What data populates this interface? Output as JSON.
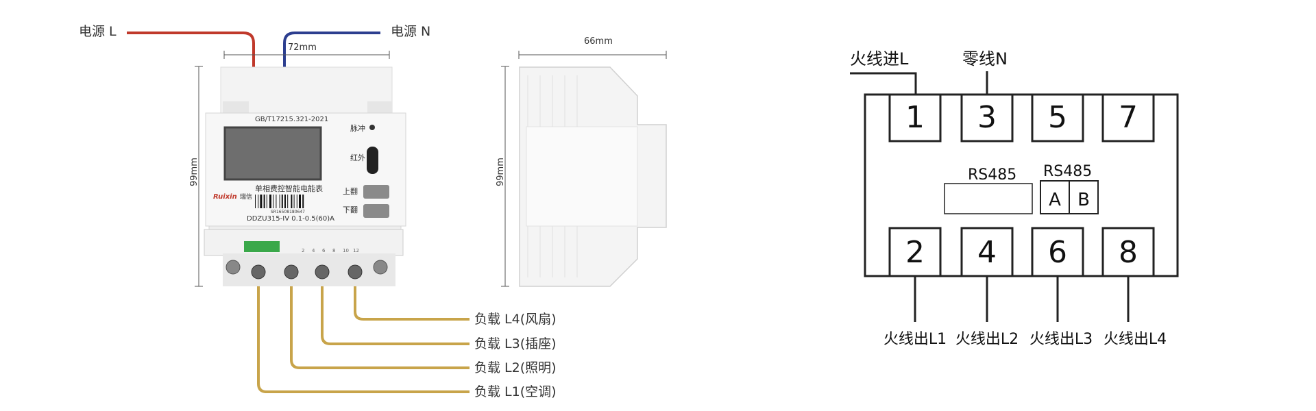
{
  "left_diagram": {
    "power_l_label": "电源 L",
    "power_n_label": "电源 N",
    "width_dim": "72mm",
    "height_dim": "99mm",
    "meter": {
      "standard": "GB/T17215.321-2021",
      "pulse_label": "脉冲",
      "ir_label": "红外",
      "up_label": "上翻",
      "down_label": "下翻",
      "brand_logo": "Ruixin",
      "brand_cn": "瑞信",
      "product_name": "单相费控智能电能表",
      "serial": "SR16508180647",
      "model": "DDZU315-IV  0.1-0.5(60)A",
      "terminal_numbers": [
        "2",
        "4",
        "6",
        "8",
        "10",
        "12"
      ]
    },
    "loads": [
      {
        "label": "负载 L4(风扇)"
      },
      {
        "label": "负载 L3(插座)"
      },
      {
        "label": "负载 L2(照明)"
      },
      {
        "label": "负载 L1(空调)"
      }
    ],
    "wire_colors": {
      "live": "#c0392b",
      "neutral": "#2c3e8f",
      "load": "#c8a44a"
    }
  },
  "side_view": {
    "width_dim": "66mm",
    "height_dim": "99mm"
  },
  "wiring": {
    "top_labels": {
      "live_in": "火线进L",
      "neutral": "零线N"
    },
    "top_terminals": [
      "1",
      "3",
      "5",
      "7"
    ],
    "bottom_terminals": [
      "2",
      "4",
      "6",
      "8"
    ],
    "rs485_left": "RS485",
    "rs485_right": "RS485",
    "rs485_a": "A",
    "rs485_b": "B",
    "bottom_labels": [
      "火线出L1",
      "火线出L2",
      "火线出L3",
      "火线出L4"
    ]
  }
}
